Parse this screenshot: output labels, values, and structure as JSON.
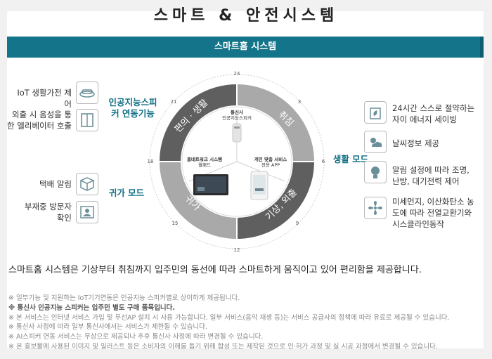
{
  "page": {
    "title": "스마트 & 안전시스템",
    "banner": "스마트홈 시스템"
  },
  "left_features": [
    {
      "label": "IoT 생활가전 제어",
      "icon": "robot-vacuum-icon"
    },
    {
      "label": "외출 시 음성을 통한 엘리베이터 호출",
      "icon": "elevator-icon"
    },
    {
      "label": "택배 알림",
      "icon": "package-icon"
    },
    {
      "label": "부재중 방문자 확인",
      "icon": "visitor-icon"
    }
  ],
  "right_features": [
    {
      "label": "24시간 스스로 절약하는 자이 에너지 세이빙",
      "icon": "energy-saving-icon"
    },
    {
      "label": "날씨정보 제공",
      "icon": "weather-icon"
    },
    {
      "label": "알림 설정에 따라 조명, 난방, 대기전력 제어",
      "icon": "bulb-icon"
    },
    {
      "label": "미세먼지, 이산화탄소 농도에 따라 전열교환기와 시스클라인동작",
      "icon": "fan-icon"
    }
  ],
  "modes": {
    "ai_speaker": "인공지능스피커 연동기능",
    "return": "귀가 모드",
    "life": "생활 모드"
  },
  "ring": {
    "segments": [
      "편의 · 생활",
      "취침",
      "기상, 외출",
      "귀가"
    ],
    "ticks": [
      "24",
      "3",
      "6",
      "9",
      "12",
      "15",
      "18",
      "21"
    ],
    "center": {
      "top_title": "통신사",
      "top_sub": "인공지능스피커",
      "left_title": "홈네트워크 시스템",
      "left_sub": "월패드",
      "right_title": "개인 맞춤 서비스",
      "right_sub": "전용 APP"
    }
  },
  "summary": "스마트홈 시스템은 기상부터 취침까지 입주민의 동선에 따라 스마트하게 움직이고 있어 편리함을 제공합니다.",
  "notes": [
    "※ 일부기능 및 지원하는 IoT기기연동은 인공지능 스피커별로 상이하게 제공됩니다.",
    "※ 통신사 인공지능 스피커는 입주민 별도 구매 품목입니다.",
    "※ 본 서비스는 인터넷 서비스 가입 및 무선AP 설치 시 사용 가능합니다. 일부 서비스(음악 재생 등)는 서비스 공급사의 정책에 따라 유료로 제공될 수 있습니다.",
    "※ 통신사 사정에 따라 일부 통신사에서는 서비스가 제한될 수 있습니다.",
    "※ AI스피커 연동 서비스는 무상으로 제공되나 추후 통신사 사정에 따라 변경될 수 있습니다.",
    "※ 본 홍보물에 사용된 이미지 및 일러스트 등은 소비자의 이해를 돕기 위해 합성 또는 제작된 것으로 인·허가 과정 및 실 시공 과정에서 변경될 수 있습니다."
  ],
  "colors": {
    "banner": "#147489",
    "ring_dark": "#5f5f5f",
    "ring_light": "#a9a9a9",
    "mode_text": "#0f6f85"
  }
}
